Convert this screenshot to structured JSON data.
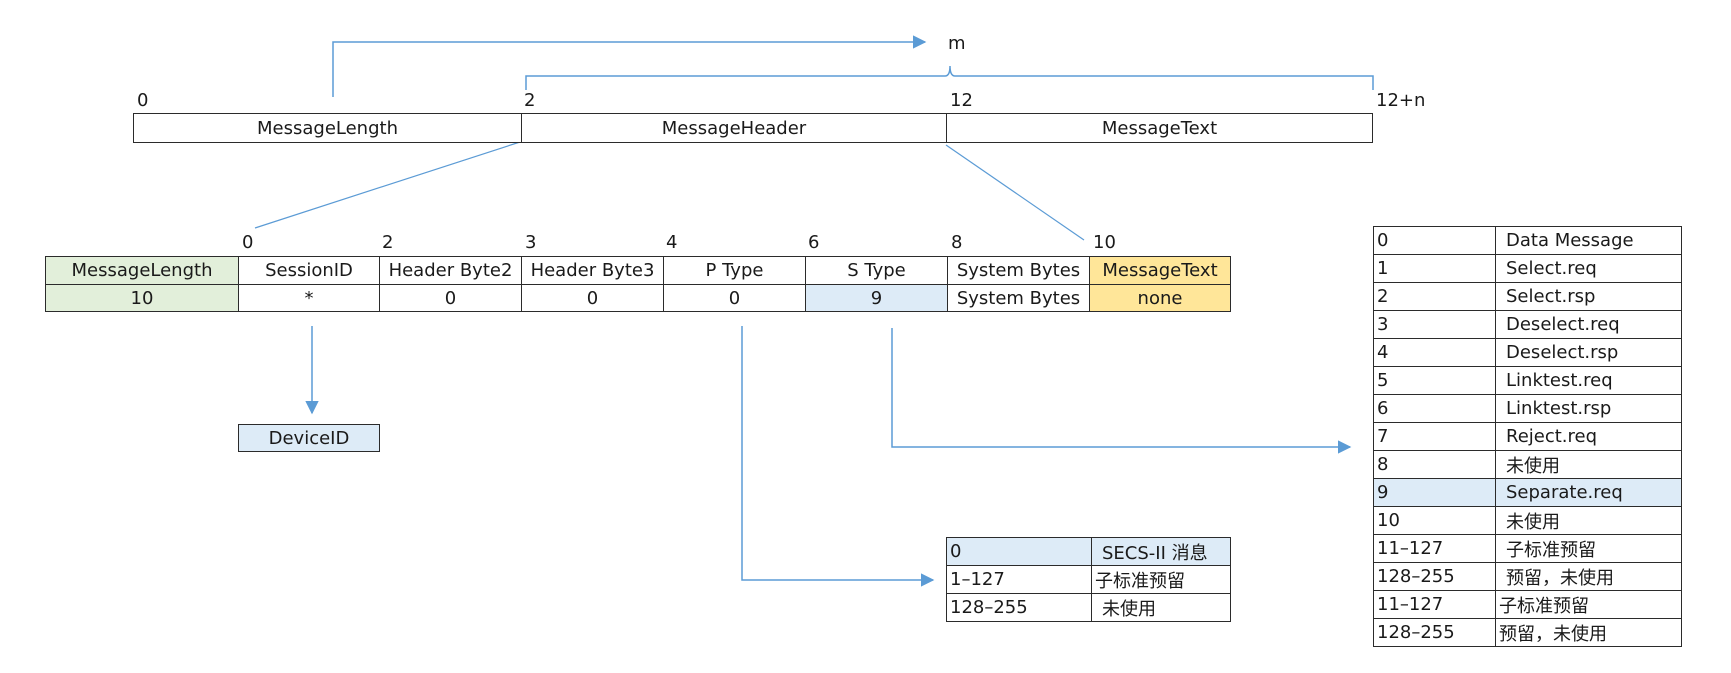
{
  "top_row": {
    "m_label": "m",
    "offsets": [
      "0",
      "2",
      "12",
      "12+n"
    ],
    "fields": [
      "MessageLength",
      "MessageHeader",
      "MessageText"
    ]
  },
  "header_table": {
    "offsets": [
      "0",
      "2",
      "3",
      "4",
      "6",
      "8",
      "10"
    ],
    "row1": [
      "MessageLength",
      "SessionID",
      "Header Byte2",
      "Header Byte3",
      "P Type",
      "S Type",
      "System Bytes",
      "MessageText"
    ],
    "row2": [
      "10",
      "*",
      "0",
      "0",
      "0",
      "9",
      "System Bytes",
      "none"
    ]
  },
  "device_box": {
    "label": "DeviceID"
  },
  "ptype_table": {
    "rows": [
      [
        "0",
        "SECS-II 消息"
      ],
      [
        "1–127",
        "子标准预留"
      ],
      [
        "128–255",
        "未使用"
      ]
    ]
  },
  "stype_table": {
    "rows": [
      [
        "0",
        "Data Message"
      ],
      [
        "1",
        "Select.req"
      ],
      [
        "2",
        "Select.rsp"
      ],
      [
        "3",
        "Deselect.req"
      ],
      [
        "4",
        "Deselect.rsp"
      ],
      [
        "5",
        "Linktest.req"
      ],
      [
        "6",
        "Linktest.rsp"
      ],
      [
        "7",
        "Reject.req"
      ],
      [
        "8",
        "未使用"
      ],
      [
        "9",
        "Separate.req"
      ],
      [
        "10",
        "未使用"
      ],
      [
        "11–127",
        "子标准预留"
      ],
      [
        "128–255",
        "预留，未使用"
      ],
      [
        "11–127",
        "子标准预留"
      ],
      [
        "128–255",
        "预留，未使用"
      ]
    ]
  },
  "colors": {
    "arrow": "#5b9bd5",
    "green_fill": "#e2efda",
    "yellow_fill": "#ffe699",
    "blue_fill": "#ddebf7"
  }
}
